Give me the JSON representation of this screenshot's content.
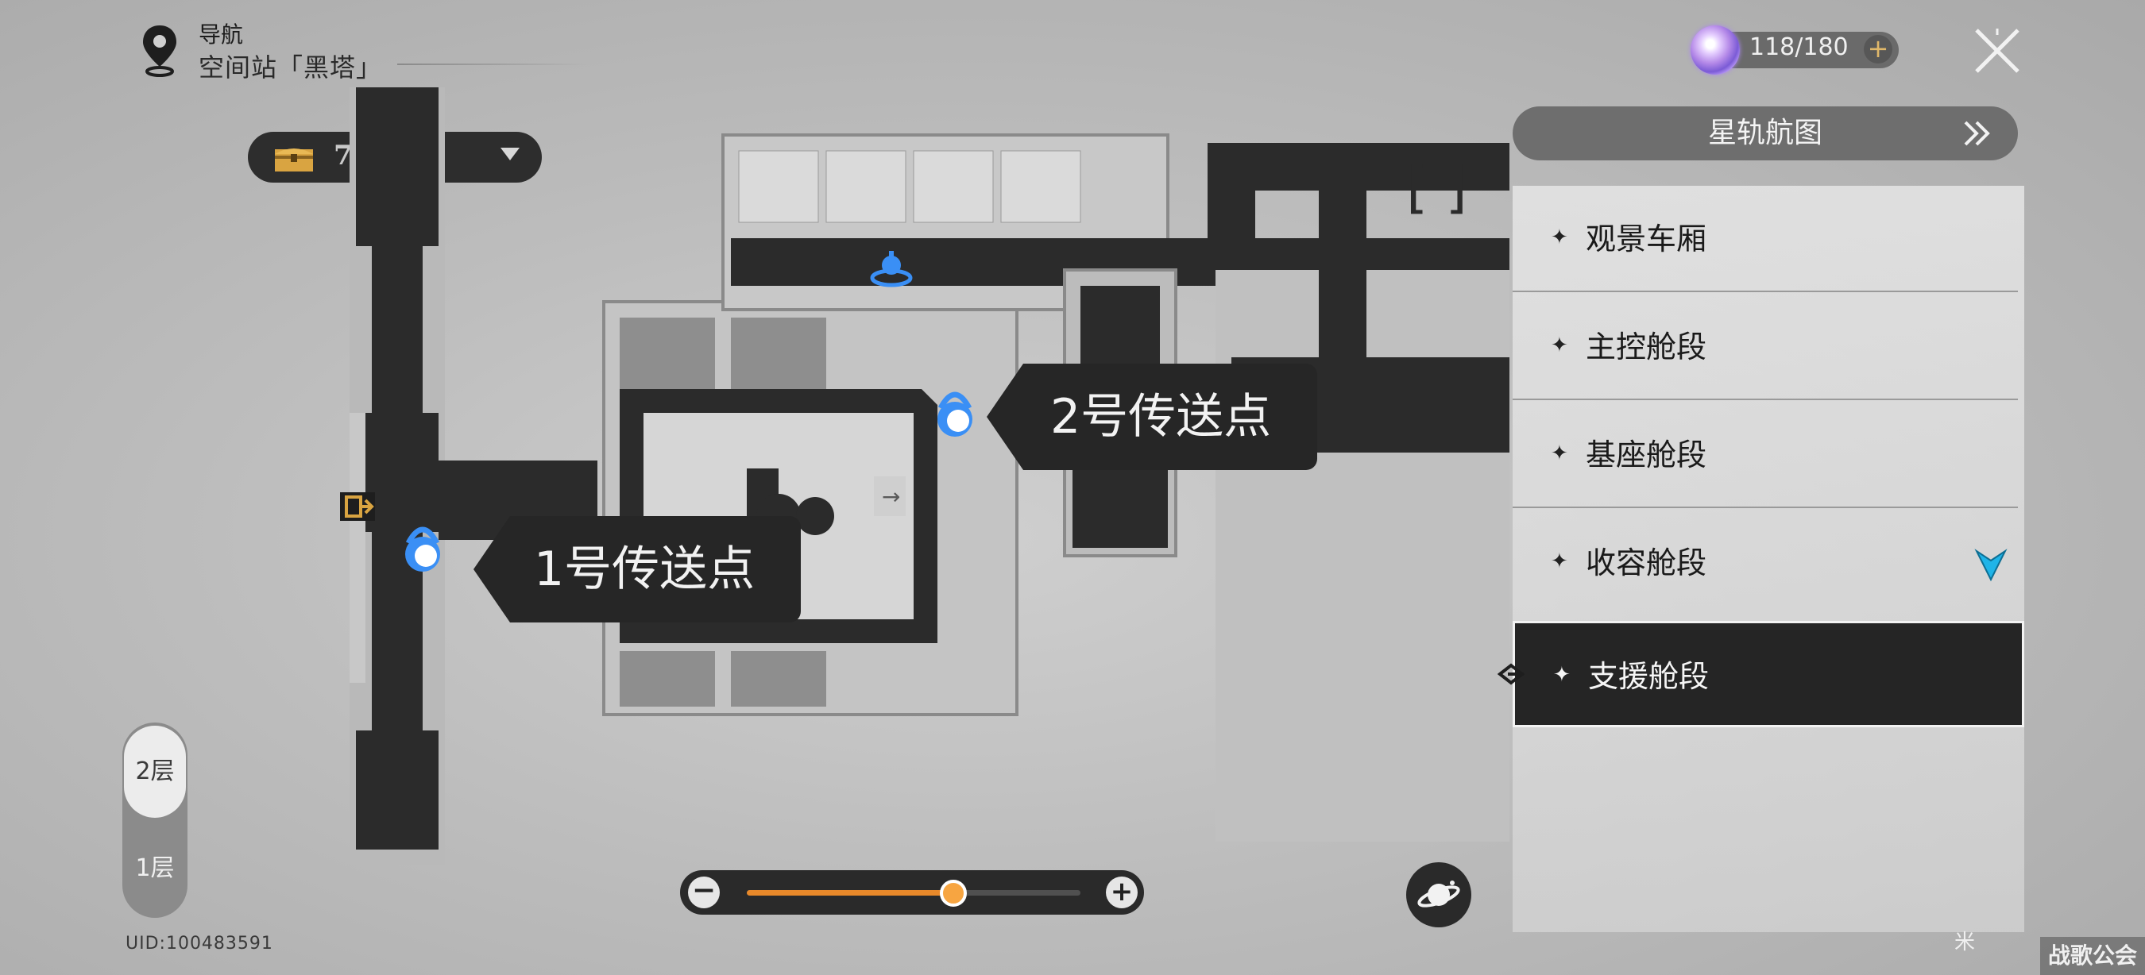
{
  "nav": {
    "label": "导航",
    "location": "空间站「黑塔」"
  },
  "chest": {
    "count": "7 / 7"
  },
  "stamina": {
    "value": "118/180",
    "plus": "+"
  },
  "waypoints": [
    {
      "label": "1号传送点"
    },
    {
      "label": "2号传送点"
    }
  ],
  "route_panel": {
    "title": "星轨航图",
    "items": [
      {
        "label": "观景车厢",
        "selected": false
      },
      {
        "label": "主控舱段",
        "selected": false
      },
      {
        "label": "基座舱段",
        "selected": false
      },
      {
        "label": "收容舱段",
        "selected": false,
        "marked": true
      },
      {
        "label": "支援舱段",
        "selected": true
      }
    ]
  },
  "floors": {
    "upper": "2层",
    "lower": "1层",
    "current": "2层"
  },
  "zoom": {
    "minus": "−",
    "plus": "+",
    "level": 0.62
  },
  "uid": "UID:100483591",
  "watermark": "战歌公会",
  "bottom_mark": "米",
  "colors": {
    "accent": "#f7a541",
    "waypoint": "#3a8ff5",
    "mark": "#1fb4e8",
    "selected_bg": "#252525"
  },
  "icons": [
    "location-pin-icon",
    "chest-icon",
    "stamina-icon",
    "close-icon",
    "chevron-right-icon",
    "teleport-waypoint-icon",
    "exit-door-icon",
    "planet-icon",
    "mission-mark-icon"
  ]
}
